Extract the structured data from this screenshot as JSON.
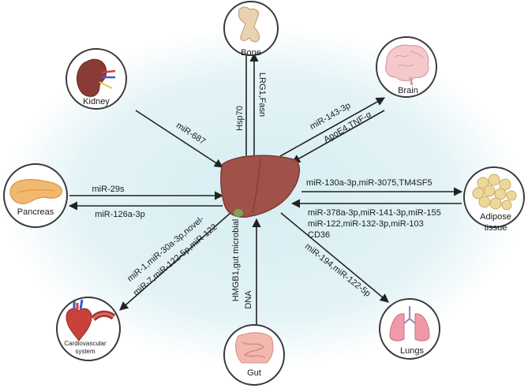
{
  "colors": {
    "background_glow": "#dff1f4",
    "liver": "#a0524a",
    "liver_dark": "#7e3a33",
    "gallbladder": "#7da35a",
    "arrow": "#222222"
  },
  "organs": {
    "bone": {
      "name": "Bone",
      "icon": "bone-icon"
    },
    "kidney": {
      "name": "Kidney",
      "icon": "kidney-icon"
    },
    "brain": {
      "name": "Brain",
      "icon": "brain-icon"
    },
    "pancreas": {
      "name": "Pancreas",
      "icon": "pancreas-icon"
    },
    "adipose": {
      "name_line1": "Adipose",
      "name_line2": "tissue",
      "icon": "adipose-icon"
    },
    "cardio": {
      "name_line1": "Cardiovascular",
      "name_line2": "system",
      "icon": "heart-icon"
    },
    "gut": {
      "name": "Gut",
      "icon": "intestine-icon"
    },
    "lungs": {
      "name": "Lungs",
      "icon": "lungs-icon"
    },
    "liver": {
      "icon": "liver-icon"
    }
  },
  "labels": {
    "bone_down": "Hsp70",
    "bone_up": "LRG1,Fasn",
    "kidney": "miR-687",
    "brain_up": "miR-143-3p",
    "brain_down": "ApoE4,TNF-α",
    "pancreas_in": "miR-29s",
    "pancreas_out": "miR-126a-3p",
    "adipose_out": "miR-130a-3p,miR-3075,TM4SF5",
    "adipose_in_1": "miR-378a-3p,miR-141-3p,miR-155",
    "adipose_in_2": "miR-122,miR-132-3p,miR-103",
    "adipose_in_3": "CD36",
    "cardio_1": "miR-1,miR-30a-3p,novel-",
    "cardio_2": "miR-7,miR-122-5p,miR-122",
    "gut_1": "HMGB1,gut microbial",
    "gut_2": "DNA",
    "lungs": "miR-194,miR-122-5p"
  }
}
